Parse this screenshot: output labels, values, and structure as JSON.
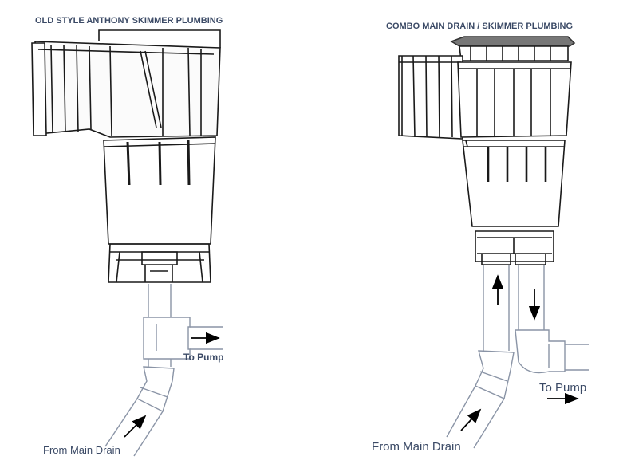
{
  "left_diagram": {
    "title": "OLD STYLE ANTHONY SKIMMER PLUMBING",
    "to_pump_label": "To Pump",
    "from_drain_label": "From Main Drain"
  },
  "right_diagram": {
    "title": "COMBO MAIN DRAIN / SKIMMER PLUMBING",
    "to_pump_label": "To Pump",
    "from_drain_label": "From Main Drain"
  },
  "colors": {
    "line": "#1a1a1a",
    "pipe": "#8a94a6",
    "label": "#3b4a66"
  }
}
